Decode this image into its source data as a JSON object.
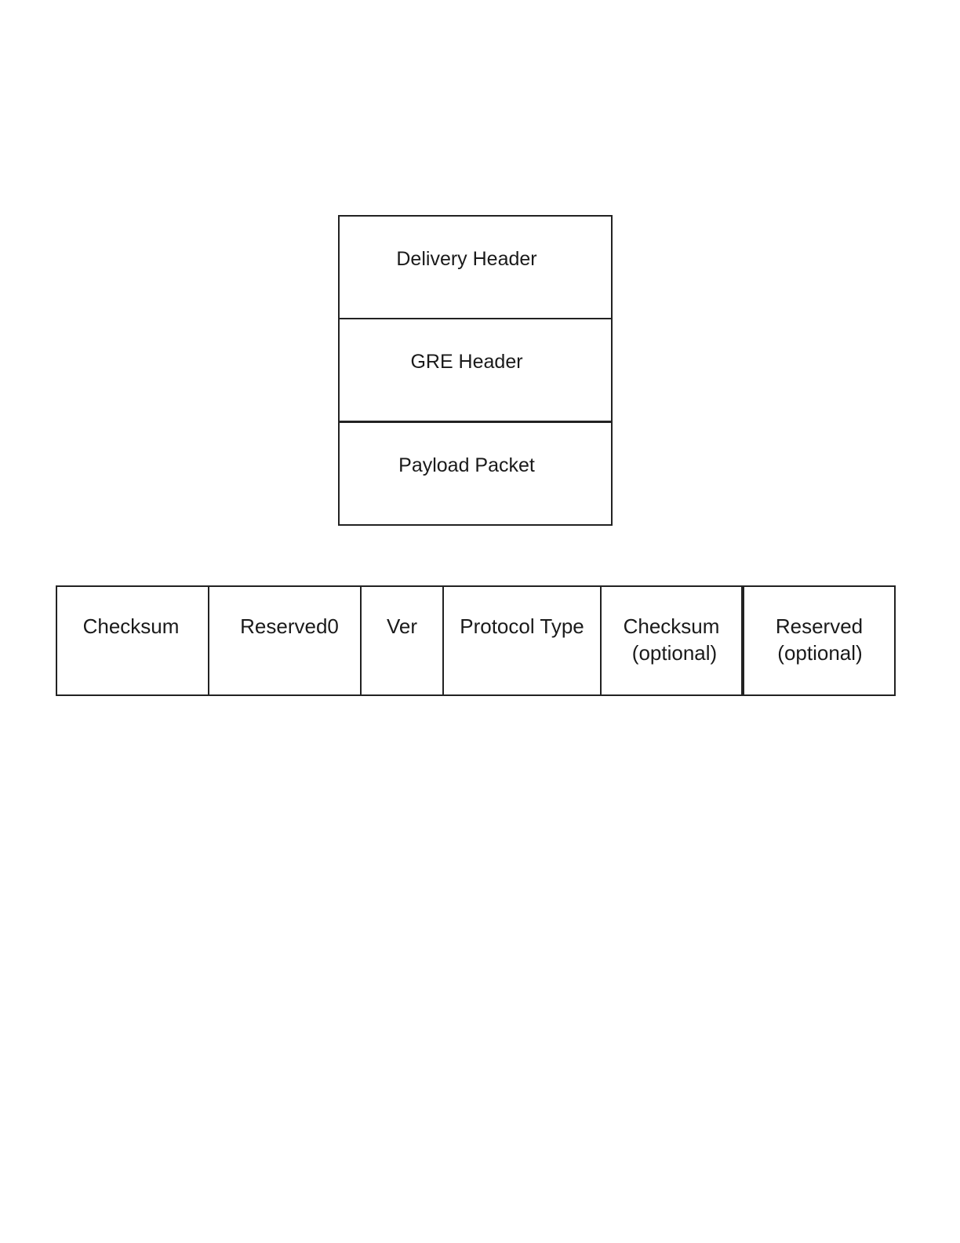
{
  "packet_stack": {
    "layers": [
      {
        "label": "Delivery Header"
      },
      {
        "label": "GRE Header"
      },
      {
        "label": "Payload Packet"
      }
    ]
  },
  "gre_fields": {
    "fields": [
      {
        "lines": [
          "Checksum"
        ]
      },
      {
        "lines": [
          "Reserved0"
        ]
      },
      {
        "lines": [
          "Ver"
        ]
      },
      {
        "lines": [
          "Protocol Type"
        ]
      },
      {
        "lines": [
          "Checksum",
          "(optional)"
        ]
      },
      {
        "lines": [
          "Reserved",
          "(optional)"
        ]
      }
    ]
  }
}
